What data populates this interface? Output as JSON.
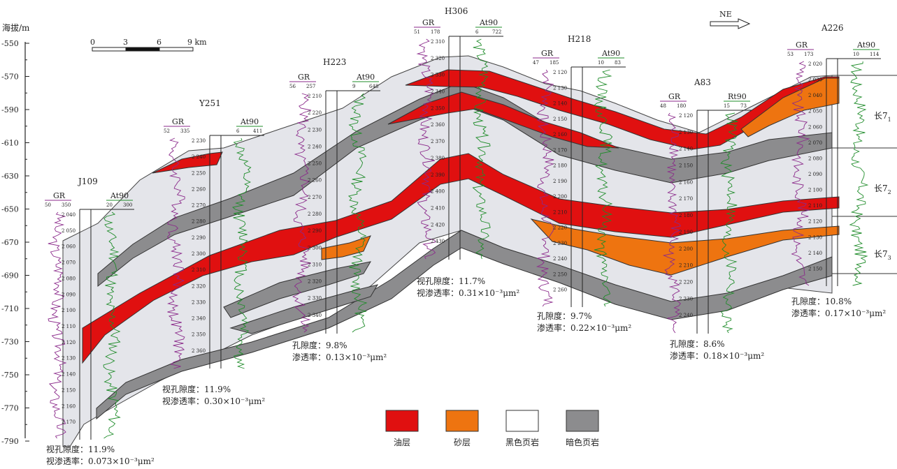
{
  "axis": {
    "title": "海拔/m",
    "ticks": [
      "-550",
      "-570",
      "-590",
      "-610",
      "-630",
      "-650",
      "-670",
      "-690",
      "-710",
      "-730",
      "-750",
      "-770",
      "-790"
    ]
  },
  "scale_bar": {
    "labels": [
      "0",
      "3",
      "6",
      "9 km"
    ]
  },
  "direction": "NE",
  "wells": [
    {
      "name": "J109",
      "gr_range": [
        "50",
        "350"
      ],
      "res_label": "At90",
      "res_range": [
        "20",
        "300"
      ],
      "depths": [
        "2 040",
        "2 050",
        "2 060",
        "2 070",
        "2 080",
        "2 090",
        "2 100",
        "2 110",
        "2 120",
        "2 130",
        "2 140",
        "2 150",
        "2 160",
        "2 170"
      ],
      "prop1": "视孔隙度：11.9%",
      "prop2": "视渗透率：0.073×10⁻³μm²"
    },
    {
      "name": "Y251",
      "gr_range": [
        "52",
        "335"
      ],
      "res_label": "At90",
      "res_range": [
        "6",
        "411"
      ],
      "depths": [
        "2 230",
        "2 240",
        "2 250",
        "2 260",
        "2 270",
        "2 280",
        "2 290",
        "2 300",
        "2 310",
        "2 320",
        "2 330",
        "2 340",
        "2 350",
        "2 360"
      ],
      "prop1": "视孔隙度：11.9%",
      "prop2": "视渗透率：0.30×10⁻³μm²"
    },
    {
      "name": "H223",
      "gr_range": [
        "56",
        "257"
      ],
      "res_label": "At90",
      "res_range": [
        "9",
        "648"
      ],
      "depths": [
        "2 210",
        "2 220",
        "2 230",
        "2 240",
        "2 250",
        "2 260",
        "2 270",
        "2 280",
        "2 290",
        "2 300",
        "2 310",
        "2 320",
        "2 330",
        "2 340"
      ],
      "prop1": "孔隙度：9.8%",
      "prop2": "渗透率：0.13×10⁻³μm²"
    },
    {
      "name": "H306",
      "gr_range": [
        "51",
        "178"
      ],
      "res_label": "At90",
      "res_range": [
        "6",
        "722"
      ],
      "depths": [
        "2 310",
        "2 320",
        "2 330",
        "2 340",
        "2 350",
        "2 360",
        "2 370",
        "2 380",
        "2 390",
        "2 400",
        "2 410",
        "2 420",
        "2 430"
      ],
      "prop1": "视孔隙度：11.7%",
      "prop2": "视渗透率：0.31×10⁻³μm²"
    },
    {
      "name": "H218",
      "gr_range": [
        "47",
        "185"
      ],
      "res_label": "At90",
      "res_range": [
        "10",
        "83"
      ],
      "depths": [
        "2 120",
        "2 130",
        "2 140",
        "2 150",
        "2 160",
        "2 170",
        "2 180",
        "2 190",
        "2 200",
        "2 210",
        "2 220",
        "2 230",
        "2 240",
        "2 250",
        "2 260"
      ],
      "prop1": "孔隙度：9.7%",
      "prop2": "渗透率：0.22×10⁻³μm²"
    },
    {
      "name": "A83",
      "gr_range": [
        "48",
        "180"
      ],
      "res_label": "Rt90",
      "res_range": [
        "15",
        "73"
      ],
      "depths": [
        "2 120",
        "2 130",
        "2 140",
        "2 150",
        "2 160",
        "2 170",
        "2 180",
        "2 190",
        "2 200",
        "2 210",
        "2 220",
        "2 230",
        "2 240"
      ],
      "prop1": "孔隙度：8.6%",
      "prop2": "渗透率：0.18×10⁻³μm²"
    },
    {
      "name": "A226",
      "gr_range": [
        "53",
        "173"
      ],
      "res_label": "At90",
      "res_range": [
        "10",
        "114"
      ],
      "depths": [
        "2 020",
        "2 030",
        "2 040",
        "2 050",
        "2 060",
        "2 070",
        "2 080",
        "2 090",
        "2 100",
        "2 110",
        "2 120",
        "2 130",
        "2 140",
        "2 150"
      ],
      "prop1": "孔隙度：10.8%",
      "prop2": "渗透率：0.17×10⁻³μm²"
    }
  ],
  "zones": [
    {
      "main": "长7",
      "sub": "1"
    },
    {
      "main": "长7",
      "sub": "2"
    },
    {
      "main": "长7",
      "sub": "3"
    }
  ],
  "legend": [
    {
      "label": "油层",
      "color": "#e01010"
    },
    {
      "label": "砂层",
      "color": "#ee7410"
    },
    {
      "label": "黑色页岩",
      "color": "#ffffff"
    },
    {
      "label": "暗色页岩",
      "color": "#8c8c8e"
    }
  ],
  "colors": {
    "oil": "#e01010",
    "sand": "#ee7410",
    "dark_shale": "#8c8c8e",
    "background_shale": "#e4e5ea",
    "gr_curve": "#8b2a8b",
    "res_curve": "#1f8c2a"
  }
}
